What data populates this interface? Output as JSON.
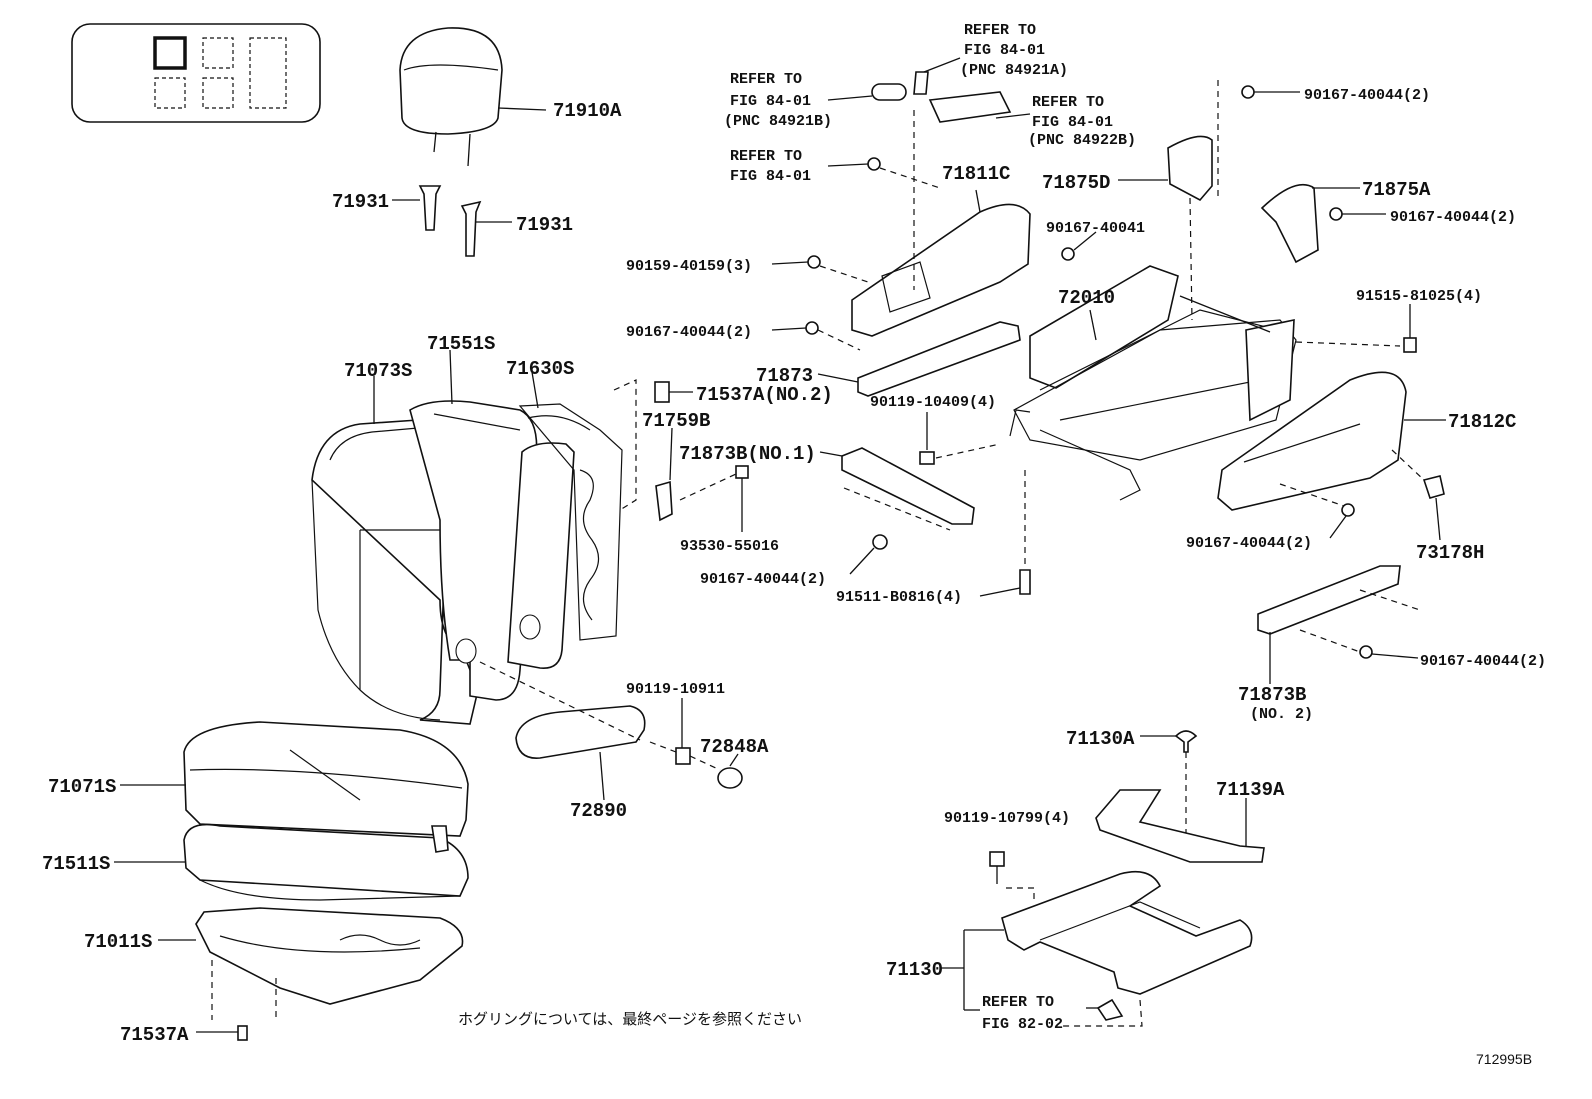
{
  "labels": {
    "p71910A": "71910A",
    "p71931a": "71931",
    "p71931b": "71931",
    "p71073S": "71073S",
    "p71551S": "71551S",
    "p71630S": "71630S",
    "p71537A_no2": "71537A(NO.2)",
    "p71759B": "71759B",
    "p71873B_no1": "71873B(NO.1)",
    "p93530_55016": "93530-55016",
    "p90167_40044_2a": "90167-40044(2)",
    "p91511_B0816": "91511-B0816(4)",
    "p90119_10409": "90119-10409(4)",
    "p71873": "71873",
    "p90167_40044_2b": "90167-40044(2)",
    "p90159_40159": "90159-40159(3)",
    "p72010": "72010",
    "p71811C": "71811C",
    "p90167_40041": "90167-40041",
    "p71875D": "71875D",
    "p71875A": "71875A",
    "p90167_40044_2c": "90167-40044(2)",
    "p90167_40044_2d": "90167-40044(2)",
    "p91515_81025": "91515-81025(4)",
    "p71812C": "71812C",
    "p90167_40044_2e": "90167-40044(2)",
    "p73178H": "73178H",
    "p90167_40044_2f": "90167-40044(2)",
    "p71873B": "71873B",
    "p71873B_no2": "(NO. 2)",
    "p90119_10911": "90119-10911",
    "p72848A": "72848A",
    "p72890": "72890",
    "p71071S": "71071S",
    "p71511S": "71511S",
    "p71011S": "71011S",
    "p71537A": "71537A",
    "p71130A": "71130A",
    "p71139A": "71139A",
    "p90119_10799": "90119-10799(4)",
    "p71130": "71130"
  },
  "references": {
    "ref_a_1": "REFER TO",
    "ref_a_2": "FIG 84-01",
    "ref_a_3": "(PNC 84921A)",
    "ref_b_1": "REFER TO",
    "ref_b_2": "FIG 84-01",
    "ref_b_3": "(PNC 84921B)",
    "ref_c_1": "REFER TO",
    "ref_c_2": "FIG 84-01",
    "ref_c_3": "(PNC 84922B)",
    "ref_d_1": "REFER TO",
    "ref_d_2": "FIG 84-01",
    "ref_e_1": "REFER TO",
    "ref_e_2": "FIG 82-02"
  },
  "note_jp": "ホグリングについては、最終ページを参照ください",
  "illustration_code": "712995B"
}
